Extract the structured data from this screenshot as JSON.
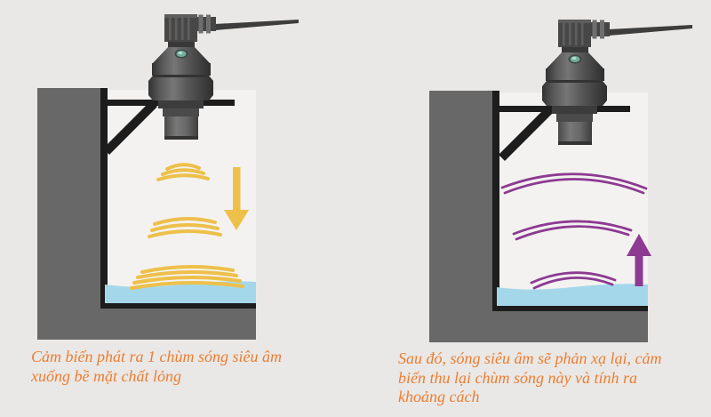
{
  "colors": {
    "page-bg": "#e9e8e6",
    "tank-interior": "#f3f2f0",
    "wall-gray": "#686868",
    "outline-black": "#1d1d1d",
    "water-blue": "#a5d7eb",
    "wave-yellow": "#eec04a",
    "arrow-yellow": "#eec04a",
    "wave-purple": "#8d3a92",
    "arrow-purple": "#8d3a92",
    "caption-orange": "#ed7d31",
    "sensor-dark": "#3d3d3d",
    "sensor-mid": "#585858",
    "sensor-light": "#8a8a8a",
    "led-teal": "#74ab9c"
  },
  "left_panel": {
    "name": "emit-phase",
    "wave_direction": "down",
    "wave_sets": 3,
    "arrow_direction": "down",
    "caption_lines": [
      "Cảm biến phát ra 1 chùm sóng siêu âm",
      "xuống bề mặt chất lỏng"
    ]
  },
  "right_panel": {
    "name": "receive-phase",
    "wave_direction": "up",
    "wave_sets": 3,
    "arrow_direction": "up",
    "caption_lines": [
      "Sau đó, sóng siêu âm sẽ phản xạ lại, cảm",
      "biến thu lại chùm sóng này và tính ra",
      "khoảng cách"
    ]
  }
}
